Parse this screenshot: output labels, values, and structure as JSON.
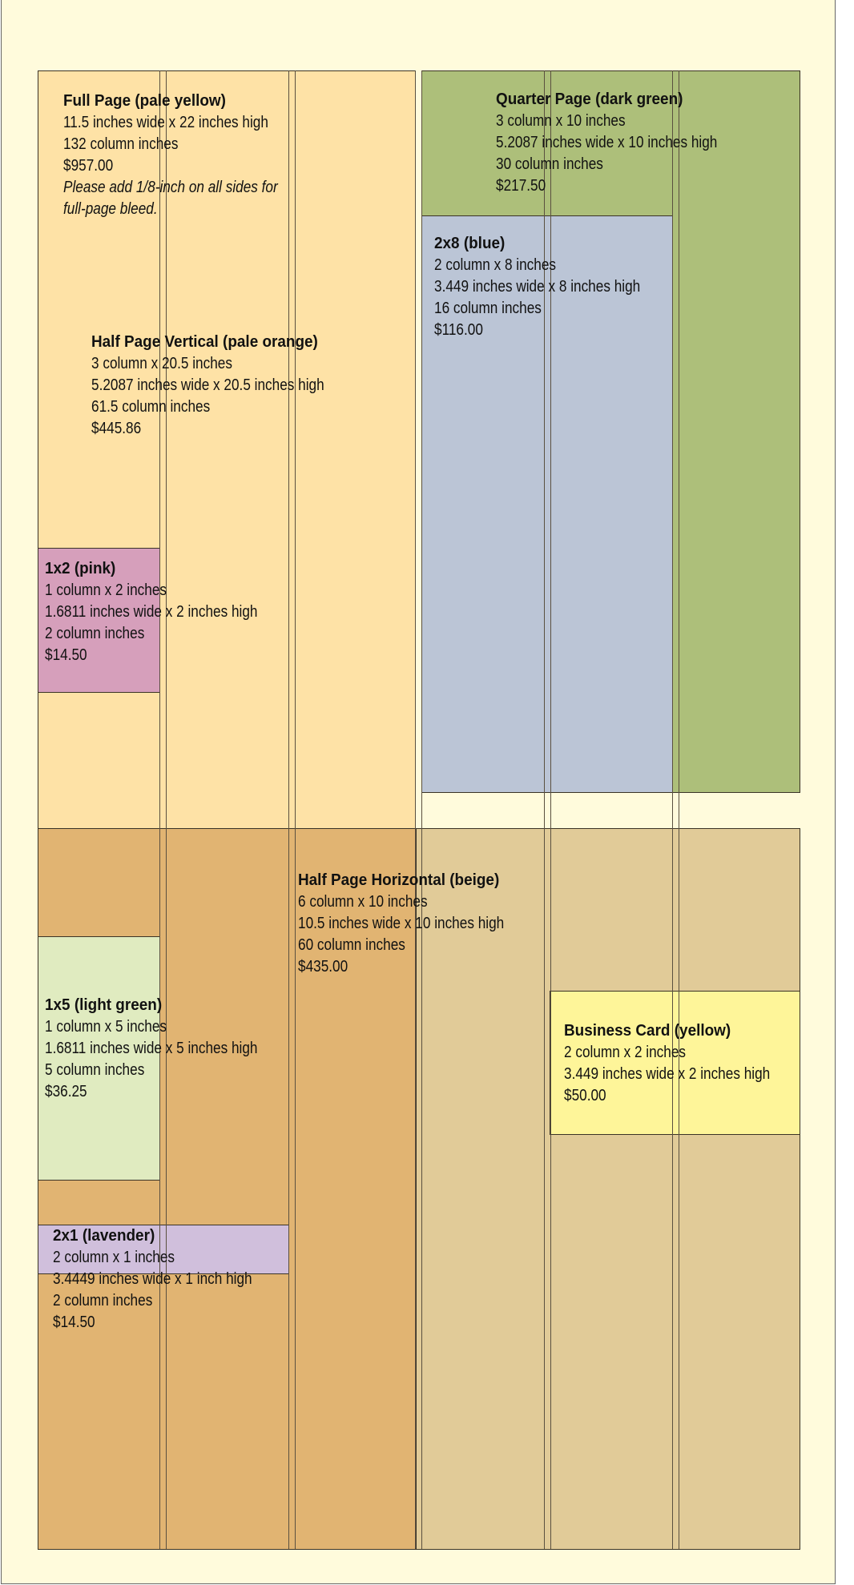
{
  "colors": {
    "background": "#fffbdc",
    "full_page": "#fee2a6",
    "quarter_page": "#adbf7a",
    "blue": "#bbc5d6",
    "pink": "#d69fbb",
    "light_green": "#e0ebc0",
    "lavender": "#d0bfdc",
    "half_horizontal_left": "#e1b472",
    "half_horizontal_right": "#e1cb98",
    "business_card": "#fef599"
  },
  "ads": {
    "full_page": {
      "title": "Full Page (pale yellow)",
      "lines": [
        "11.5 inches wide x 22 inches high",
        "132 column inches",
        "$957.00"
      ],
      "note": [
        "Please add 1/8-inch on all sides for",
        "full-page bleed."
      ]
    },
    "half_vertical": {
      "title": "Half Page Vertical (pale orange)",
      "lines": [
        "3 column x 20.5 inches",
        "5.2087 inches wide x 20.5 inches high",
        "61.5 column inches",
        "$445.86"
      ]
    },
    "pink": {
      "title": "1x2 (pink)",
      "lines": [
        "1 column x 2 inches",
        "1.6811 inches wide x 2 inches high",
        "2 column inches",
        "$14.50"
      ]
    },
    "quarter": {
      "title": "Quarter Page (dark green)",
      "lines": [
        "3 column x 10 inches",
        "5.2087 inches wide x 10 inches high",
        "30 column inches",
        "$217.50"
      ]
    },
    "blue": {
      "title": "2x8 (blue)",
      "lines": [
        "2 column x 8 inches",
        "3.449 inches wide x 8 inches high",
        "16 column inches",
        "$116.00"
      ]
    },
    "half_horizontal": {
      "title": "Half Page Horizontal (beige)",
      "lines": [
        "6 column x 10 inches",
        "10.5 inches wide x 10 inches high",
        "60 column inches",
        "$435.00"
      ]
    },
    "light_green": {
      "title": "1x5 (light green)",
      "lines": [
        "1 column x 5 inches",
        "1.6811 inches wide x 5 inches high",
        "5 column inches",
        "$36.25"
      ]
    },
    "business_card": {
      "title": "Business Card (yellow)",
      "lines": [
        "2 column x 2 inches",
        "3.449 inches wide x 2 inches high",
        "$50.00"
      ]
    },
    "lavender": {
      "title": "2x1 (lavender)",
      "lines": [
        "2 column x 1 inches",
        "3.4449 inches wide x 1 inch high",
        "2 column inches",
        "$14.50"
      ]
    }
  }
}
